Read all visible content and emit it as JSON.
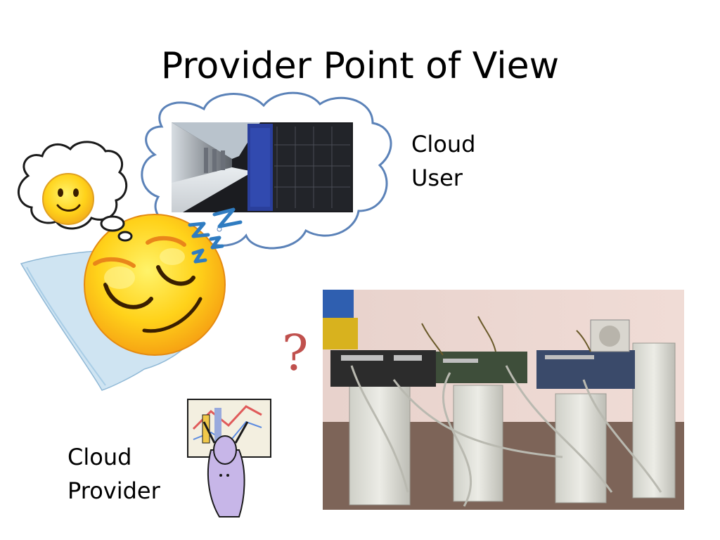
{
  "slide": {
    "title": "Provider Point of View",
    "cloud_user_label": [
      "Cloud",
      "User"
    ],
    "cloud_provider_label": [
      "Cloud",
      "Provider"
    ],
    "question_mark": "?"
  },
  "colors": {
    "question": "#c0504d",
    "cloud_stroke": "#5b82b8",
    "sun_yellow": "#ffd21a",
    "sun_orange": "#f59a12",
    "zz_blue": "#2f7cc1",
    "pillow": "#cfe4f2"
  },
  "icons": [
    "sleeping-sun-icon",
    "happy-sun-icon",
    "thought-bubble-icon",
    "dream-cloud-icon",
    "datacenter-photo",
    "server-rack-photo",
    "stressed-person-clipart"
  ]
}
